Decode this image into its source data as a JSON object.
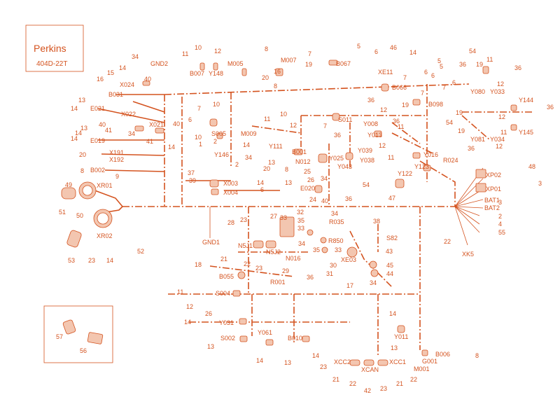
{
  "brand": {
    "name": "Perkins",
    "model": "404D-22T"
  },
  "colors": {
    "line": "#d4531f",
    "fill": "#f3c6b0",
    "background": "#ffffff"
  },
  "labels": [
    {
      "id": "gnd2",
      "text": "GND2"
    },
    {
      "id": "x024",
      "text": "X024"
    },
    {
      "id": "b031",
      "text": "B031"
    },
    {
      "id": "e021",
      "text": "E021"
    },
    {
      "id": "x022",
      "text": "X022"
    },
    {
      "id": "x021",
      "text": "X021"
    },
    {
      "id": "e019",
      "text": "E019"
    },
    {
      "id": "x191",
      "text": "X191"
    },
    {
      "id": "x192",
      "text": "X192"
    },
    {
      "id": "b002",
      "text": "B002"
    },
    {
      "id": "xr01",
      "text": "XR01"
    },
    {
      "id": "xr02",
      "text": "XR02"
    },
    {
      "id": "b007",
      "text": "B007"
    },
    {
      "id": "y148",
      "text": "Y148"
    },
    {
      "id": "m005",
      "text": "M005"
    },
    {
      "id": "m007",
      "text": "M007"
    },
    {
      "id": "b067",
      "text": "B067"
    },
    {
      "id": "xe11",
      "text": "XE11"
    },
    {
      "id": "b066",
      "text": "B066"
    },
    {
      "id": "y080",
      "text": "Y080"
    },
    {
      "id": "y033",
      "text": "Y033"
    },
    {
      "id": "b098",
      "text": "B098"
    },
    {
      "id": "y144",
      "text": "Y144"
    },
    {
      "id": "y145",
      "text": "Y145"
    },
    {
      "id": "y081",
      "text": "Y081"
    },
    {
      "id": "y034",
      "text": "Y034"
    },
    {
      "id": "s005",
      "text": "S005"
    },
    {
      "id": "m009",
      "text": "M009"
    },
    {
      "id": "s011",
      "text": "S011"
    },
    {
      "id": "y008",
      "text": "Y008"
    },
    {
      "id": "y013",
      "text": "Y013"
    },
    {
      "id": "y111",
      "text": "Y111"
    },
    {
      "id": "b001",
      "text": "B001"
    },
    {
      "id": "y039",
      "text": "Y039"
    },
    {
      "id": "y146",
      "text": "Y146"
    },
    {
      "id": "n012",
      "text": "N012"
    },
    {
      "id": "y025",
      "text": "Y025"
    },
    {
      "id": "y038",
      "text": "Y038"
    },
    {
      "id": "y043",
      "text": "Y043"
    },
    {
      "id": "y016",
      "text": "Y016"
    },
    {
      "id": "y122",
      "text": "Y122"
    },
    {
      "id": "y123",
      "text": "Y123"
    },
    {
      "id": "r024",
      "text": "R024"
    },
    {
      "id": "xp02",
      "text": "XP02"
    },
    {
      "id": "xp01",
      "text": "XP01"
    },
    {
      "id": "x003",
      "text": "X003"
    },
    {
      "id": "x004",
      "text": "X004"
    },
    {
      "id": "e020",
      "text": "E020"
    },
    {
      "id": "bat1",
      "text": "BAT1"
    },
    {
      "id": "bat2",
      "text": "BAT2"
    },
    {
      "id": "gnd1",
      "text": "GND1"
    },
    {
      "id": "n5j1",
      "text": "N5J1"
    },
    {
      "id": "n5j2",
      "text": "N5J2"
    },
    {
      "id": "r035",
      "text": "R035"
    },
    {
      "id": "s82",
      "text": "S82"
    },
    {
      "id": "r850",
      "text": "R850"
    },
    {
      "id": "n016",
      "text": "N016"
    },
    {
      "id": "xe03",
      "text": "XE03"
    },
    {
      "id": "xk5",
      "text": "XK5"
    },
    {
      "id": "b055",
      "text": "B055"
    },
    {
      "id": "r001",
      "text": "R001"
    },
    {
      "id": "s004",
      "text": "S004"
    },
    {
      "id": "y031",
      "text": "Y031"
    },
    {
      "id": "y061",
      "text": "Y061"
    },
    {
      "id": "s002",
      "text": "S002"
    },
    {
      "id": "b010",
      "text": "B010"
    },
    {
      "id": "y011",
      "text": "Y011"
    },
    {
      "id": "b006",
      "text": "B006"
    },
    {
      "id": "g001",
      "text": "G001"
    },
    {
      "id": "m001",
      "text": "M001"
    },
    {
      "id": "xcc2",
      "text": "XCC2"
    },
    {
      "id": "xcan",
      "text": "XCAN"
    },
    {
      "id": "xcc1",
      "text": "XCC1"
    }
  ],
  "callouts": [
    {
      "id": "c34a",
      "text": "34"
    },
    {
      "id": "c14a",
      "text": "14"
    },
    {
      "id": "c40a",
      "text": "40"
    },
    {
      "id": "c15",
      "text": "15"
    },
    {
      "id": "c16",
      "text": "16"
    },
    {
      "id": "c13a",
      "text": "13"
    },
    {
      "id": "c14b",
      "text": "14"
    },
    {
      "id": "c40b",
      "text": "40"
    },
    {
      "id": "c41a",
      "text": "41"
    },
    {
      "id": "c14c",
      "text": "14"
    },
    {
      "id": "c13b",
      "text": "13"
    },
    {
      "id": "c14d",
      "text": "14"
    },
    {
      "id": "c20a",
      "text": "20"
    },
    {
      "id": "c8a",
      "text": "8"
    },
    {
      "id": "c9",
      "text": "9"
    },
    {
      "id": "c34b",
      "text": "34"
    },
    {
      "id": "c41b",
      "text": "41"
    },
    {
      "id": "c40c",
      "text": "40"
    },
    {
      "id": "c14e",
      "text": "14"
    },
    {
      "id": "c49",
      "text": "49"
    },
    {
      "id": "c51",
      "text": "51"
    },
    {
      "id": "c50",
      "text": "50"
    },
    {
      "id": "c53",
      "text": "53"
    },
    {
      "id": "c23a",
      "text": "23"
    },
    {
      "id": "c14f",
      "text": "14"
    },
    {
      "id": "c52",
      "text": "52"
    },
    {
      "id": "c11a",
      "text": "11"
    },
    {
      "id": "c10a",
      "text": "10"
    },
    {
      "id": "c12a",
      "text": "12"
    },
    {
      "id": "c8b",
      "text": "8"
    },
    {
      "id": "c16b",
      "text": "16"
    },
    {
      "id": "c20b",
      "text": "20"
    },
    {
      "id": "c8c",
      "text": "8"
    },
    {
      "id": "c7a",
      "text": "7"
    },
    {
      "id": "c5a",
      "text": "5"
    },
    {
      "id": "c6a",
      "text": "6"
    },
    {
      "id": "c19a",
      "text": "19"
    },
    {
      "id": "c46",
      "text": "46"
    },
    {
      "id": "c14g",
      "text": "14"
    },
    {
      "id": "c6b",
      "text": "6"
    },
    {
      "id": "c7b",
      "text": "7"
    },
    {
      "id": "c5b",
      "text": "5"
    },
    {
      "id": "c6c",
      "text": "6"
    },
    {
      "id": "c7c",
      "text": "7"
    },
    {
      "id": "c19b",
      "text": "19"
    },
    {
      "id": "c54a",
      "text": "54"
    },
    {
      "id": "c36a",
      "text": "36"
    },
    {
      "id": "c19c",
      "text": "19"
    },
    {
      "id": "c11b",
      "text": "11"
    },
    {
      "id": "c36b",
      "text": "36"
    },
    {
      "id": "c12b",
      "text": "12"
    },
    {
      "id": "c36c",
      "text": "36"
    },
    {
      "id": "c19d",
      "text": "19"
    },
    {
      "id": "c7d",
      "text": "7"
    },
    {
      "id": "c6d",
      "text": "6"
    },
    {
      "id": "c5c",
      "text": "5"
    },
    {
      "id": "c36d",
      "text": "36"
    },
    {
      "id": "c12c",
      "text": "12"
    },
    {
      "id": "c36e",
      "text": "36"
    },
    {
      "id": "c11c",
      "text": "11"
    },
    {
      "id": "c54b",
      "text": "54"
    },
    {
      "id": "c19e",
      "text": "19"
    },
    {
      "id": "c11d",
      "text": "11"
    },
    {
      "id": "c12d",
      "text": "12"
    },
    {
      "id": "c36f",
      "text": "36"
    },
    {
      "id": "c12e",
      "text": "12"
    },
    {
      "id": "c7e",
      "text": "7"
    },
    {
      "id": "c10b",
      "text": "10"
    },
    {
      "id": "c6e",
      "text": "6"
    },
    {
      "id": "c10c",
      "text": "10"
    },
    {
      "id": "c2a",
      "text": "2"
    },
    {
      "id": "c11e",
      "text": "11"
    },
    {
      "id": "c10d",
      "text": "10"
    },
    {
      "id": "c12f",
      "text": "12"
    },
    {
      "id": "c7f",
      "text": "7"
    },
    {
      "id": "c36g",
      "text": "36"
    },
    {
      "id": "c12g",
      "text": "12"
    },
    {
      "id": "c11f",
      "text": "11"
    },
    {
      "id": "c13c",
      "text": "13"
    },
    {
      "id": "c14h",
      "text": "14"
    },
    {
      "id": "c34c",
      "text": "34"
    },
    {
      "id": "c2b",
      "text": "2"
    },
    {
      "id": "c1",
      "text": "1"
    },
    {
      "id": "c38",
      "text": "38"
    },
    {
      "id": "c37",
      "text": "37"
    },
    {
      "id": "c39",
      "text": "39"
    },
    {
      "id": "c14i",
      "text": "14"
    },
    {
      "id": "c6f",
      "text": "6"
    },
    {
      "id": "c20c",
      "text": "20"
    },
    {
      "id": "c8d",
      "text": "8"
    },
    {
      "id": "c13d",
      "text": "13"
    },
    {
      "id": "c24",
      "text": "24"
    },
    {
      "id": "c25",
      "text": "25"
    },
    {
      "id": "c26",
      "text": "26"
    },
    {
      "id": "c34d",
      "text": "34"
    },
    {
      "id": "c40d",
      "text": "40"
    },
    {
      "id": "c36h",
      "text": "36"
    },
    {
      "id": "c54c",
      "text": "54"
    },
    {
      "id": "c47",
      "text": "47"
    },
    {
      "id": "c48",
      "text": "48"
    },
    {
      "id": "c3a",
      "text": "3"
    },
    {
      "id": "c2c",
      "text": "2"
    },
    {
      "id": "c3b",
      "text": "3"
    },
    {
      "id": "c4",
      "text": "4"
    },
    {
      "id": "c55",
      "text": "55"
    },
    {
      "id": "c22a",
      "text": "22"
    },
    {
      "id": "c23b",
      "text": "23"
    },
    {
      "id": "c28",
      "text": "28"
    },
    {
      "id": "c27",
      "text": "27"
    },
    {
      "id": "c33a",
      "text": "33"
    },
    {
      "id": "c32a",
      "text": "32"
    },
    {
      "id": "c34e",
      "text": "34"
    },
    {
      "id": "c35a",
      "text": "35"
    },
    {
      "id": "c33b",
      "text": "33"
    },
    {
      "id": "c34f",
      "text": "34"
    },
    {
      "id": "c35b",
      "text": "35"
    },
    {
      "id": "c33c",
      "text": "33"
    },
    {
      "id": "c43",
      "text": "43"
    },
    {
      "id": "c45",
      "text": "45"
    },
    {
      "id": "c44",
      "text": "44"
    },
    {
      "id": "c34g",
      "text": "34"
    },
    {
      "id": "c17",
      "text": "17"
    },
    {
      "id": "c18",
      "text": "18"
    },
    {
      "id": "c21a",
      "text": "21"
    },
    {
      "id": "c22b",
      "text": "22"
    },
    {
      "id": "c23c",
      "text": "23"
    },
    {
      "id": "c29",
      "text": "29"
    },
    {
      "id": "c30",
      "text": "30"
    },
    {
      "id": "c31",
      "text": "31"
    },
    {
      "id": "c36i",
      "text": "36"
    },
    {
      "id": "c11g",
      "text": "11"
    },
    {
      "id": "c12h",
      "text": "12"
    },
    {
      "id": "c26b",
      "text": "26"
    },
    {
      "id": "c14j",
      "text": "14"
    },
    {
      "id": "c13e",
      "text": "13"
    },
    {
      "id": "c14k",
      "text": "14"
    },
    {
      "id": "c13f",
      "text": "13"
    },
    {
      "id": "c14l",
      "text": "14"
    },
    {
      "id": "c14m",
      "text": "14"
    },
    {
      "id": "c13g",
      "text": "13"
    },
    {
      "id": "c8e",
      "text": "8"
    },
    {
      "id": "c23d",
      "text": "23"
    },
    {
      "id": "c21b",
      "text": "21"
    },
    {
      "id": "c22c",
      "text": "22"
    },
    {
      "id": "c42",
      "text": "42"
    },
    {
      "id": "c23e",
      "text": "23"
    },
    {
      "id": "c21c",
      "text": "21"
    },
    {
      "id": "c22d",
      "text": "22"
    },
    {
      "id": "c57",
      "text": "57"
    },
    {
      "id": "c56",
      "text": "56"
    }
  ]
}
